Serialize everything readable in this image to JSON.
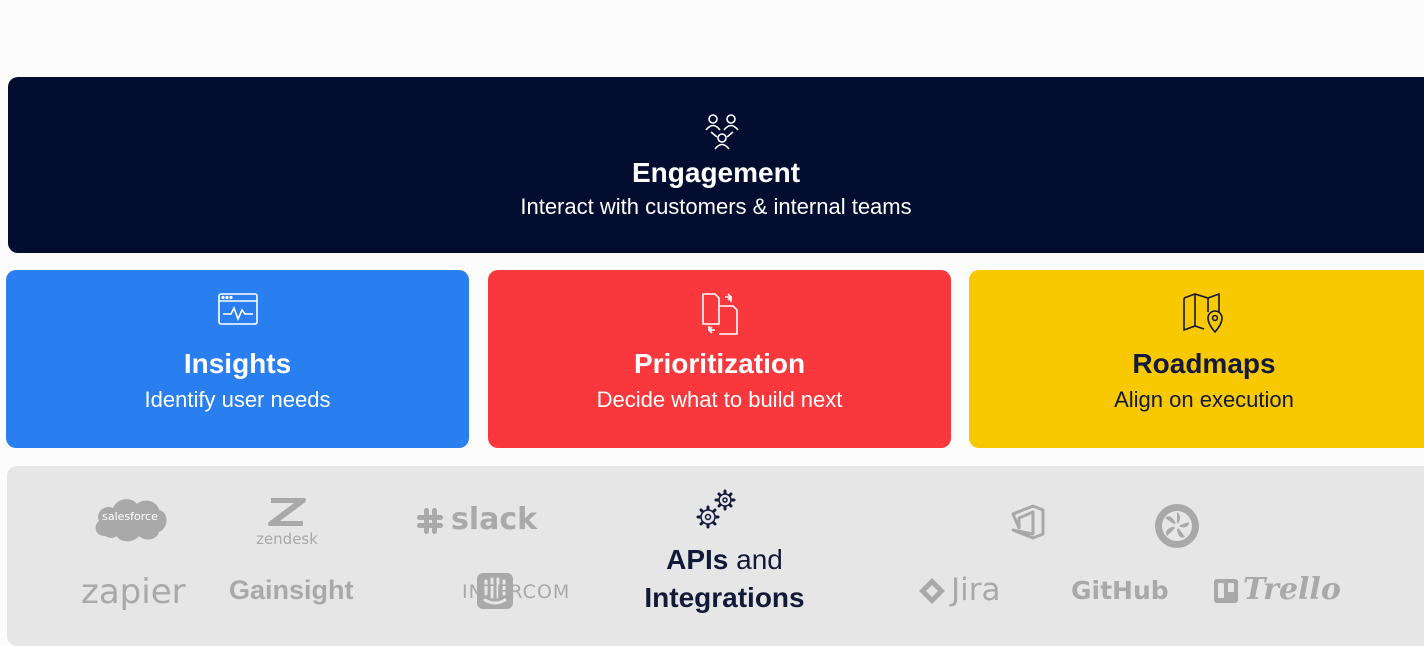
{
  "engagement": {
    "icon": "people-network-icon",
    "title": "Engagement",
    "subtitle": "Interact with customers & internal teams"
  },
  "insights": {
    "icon": "dashboard-pulse-icon",
    "title": "Insights",
    "subtitle": "Identify user needs"
  },
  "prioritization": {
    "icon": "documents-swap-icon",
    "title": "Prioritization",
    "subtitle": "Decide what to build next"
  },
  "roadmaps": {
    "icon": "map-pin-icon",
    "title": "Roadmaps",
    "subtitle": "Align on execution"
  },
  "integrations": {
    "icon": "gears-icon",
    "title_bold": "APIs",
    "title_rest": " and",
    "title_line2": "Integrations",
    "logos": {
      "salesforce": "salesforce",
      "zendesk": "zendesk",
      "slack": "slack",
      "zapier": "zapier",
      "gainsight": "Gainsight",
      "intercom": "INTERCOM",
      "jira": "Jira",
      "github": "GitHub",
      "trello": "Trello"
    }
  },
  "colors": {
    "engagement": "#020d2f",
    "insights": "#2a7ff0",
    "prioritization": "#f8383d",
    "roadmaps": "#f8c800",
    "integrations": "#e6e6e6",
    "logo_gray": "#a9a9a9"
  }
}
